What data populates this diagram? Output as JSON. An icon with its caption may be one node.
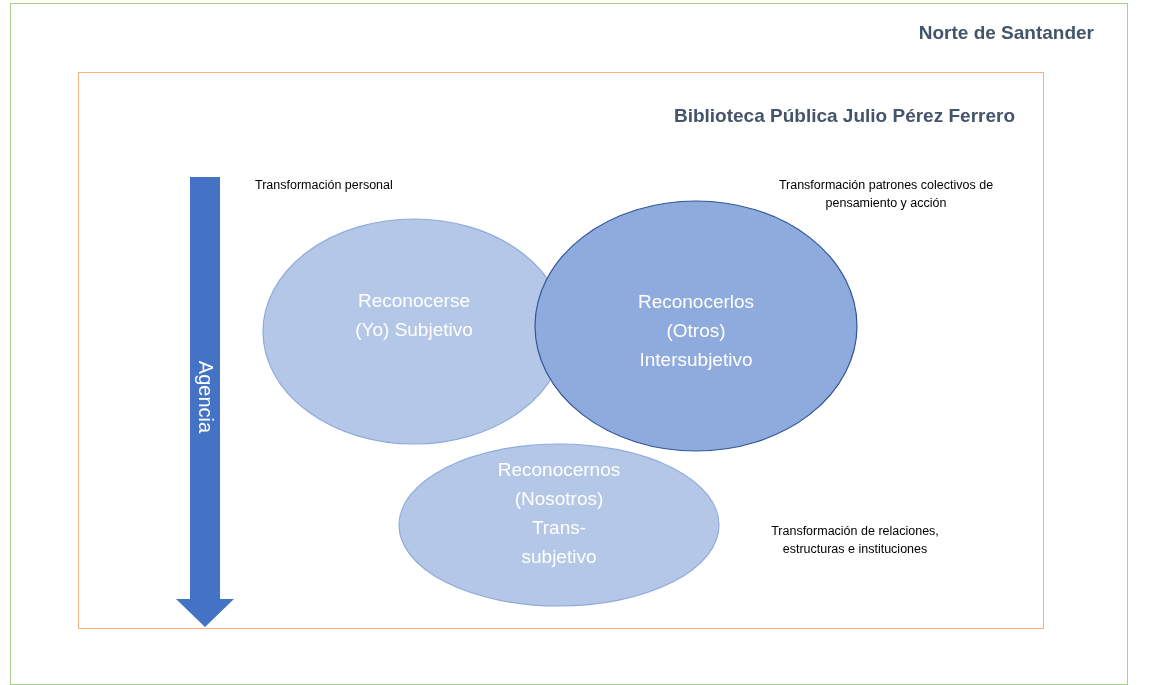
{
  "diagram": {
    "nodes": [
      {
        "text": [
          "Norte de Santander"
        ]
      },
      {
        "text": [
          "Biblioteca Pública Julio Pérez Ferrero"
        ],
        "in": 0
      },
      {
        "text": [
          "Reconocerse (Yo) Subjetivo"
        ],
        "in": 1
      },
      {
        "text": [
          "Reconocerlos (Otros) Intersubjetivo"
        ],
        "in": 1
      },
      {
        "text": [
          "Reconocernos (Nosotros) Trans-subjetivo"
        ],
        "in": 1
      },
      {
        "text": [
          "Agencia"
        ],
        "in": 1
      }
    ],
    "labels": [
      "Transformación personal",
      "Transformación patrones colectivos de pensamiento y acción",
      "Transformación de relaciones, estructuras e instituciones"
    ]
  }
}
